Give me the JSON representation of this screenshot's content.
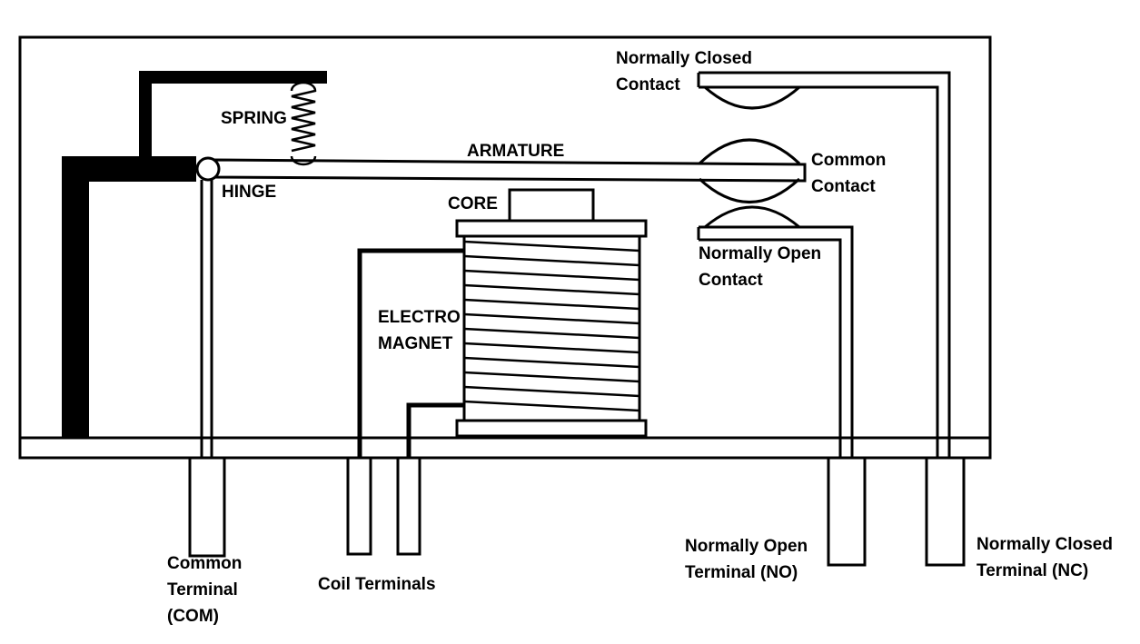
{
  "diagram": {
    "colors": {
      "stroke": "#000000",
      "background": "#ffffff"
    },
    "labels": {
      "spring": "SPRING",
      "hinge": "HINGE",
      "armature": "ARMATURE",
      "core": "CORE",
      "electromagnet": [
        "ELECTRO",
        "MAGNET"
      ],
      "nc_contact": [
        "Normally Closed",
        "Contact"
      ],
      "common_contact": [
        "Common",
        "Contact"
      ],
      "no_contact": [
        "Normally Open",
        "Contact"
      ],
      "com_terminal": [
        "Common",
        "Terminal",
        "(COM)"
      ],
      "coil_terminals": "Coil Terminals",
      "no_terminal": [
        "Normally Open",
        "Terminal (NO)"
      ],
      "nc_terminal": [
        "Normally Closed",
        "Terminal (NC)"
      ]
    }
  }
}
